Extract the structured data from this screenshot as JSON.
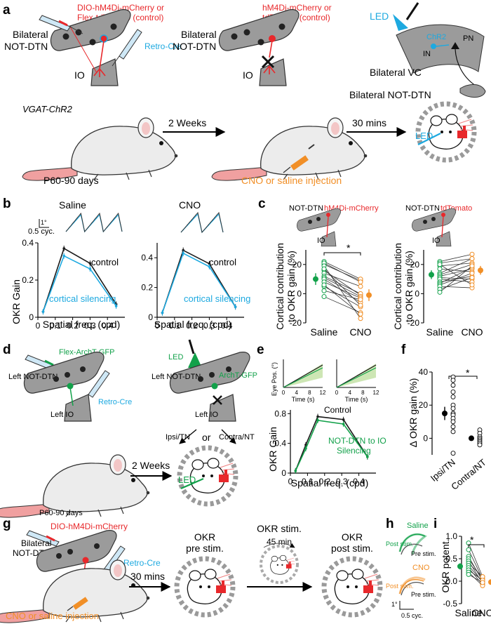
{
  "panel_labels": {
    "a": "a",
    "b": "b",
    "c": "c",
    "d": "d",
    "e": "e",
    "f": "f",
    "g": "g",
    "h": "h",
    "i": "i"
  },
  "colors": {
    "red": "#e8282b",
    "blue": "#1da9e0",
    "green": "#12a14a",
    "orange": "#f18f27",
    "black": "#1a1a1a",
    "grey": "#9a9a9a",
    "silhouette": "#9b9b9b",
    "mouse_body": "#ececec",
    "tail": "#f0a0a0"
  },
  "icons": [
    "syringe-icon",
    "led-icon",
    "laser-icon",
    "mouse-icon",
    "brain-slice-icon",
    "pipette-icon",
    "arrow-icon",
    "drum-icon"
  ],
  "a": {
    "inj1_l1": "DIO-hM4Di-mCherry or",
    "inj1_l2": "Flex-tdTomato (control)",
    "inj2_l1": "hM4Di-mCherry or",
    "inj2_l2": "tdTomato (control)",
    "retro": "Retro-Cre",
    "bil_l1": "Bilateral",
    "bil_l2": "NOT-DTN",
    "io": "IO",
    "led": "LED",
    "chr2": "ChR2",
    "in": "IN",
    "pn": "PN",
    "bvc": "Bilateral VC",
    "bnot": "Bilateral NOT-DTN",
    "mouse_label": "VGAT-ChR2",
    "weeks": "2 Weeks",
    "mins": "30 mins",
    "age": "P60-90 days",
    "cno": "CNO or saline injection",
    "led2": "LED"
  },
  "b": {
    "t_saline": "Saline",
    "t_cno": "CNO",
    "ylabel": "OKR Gain",
    "xlabel": "Spatial freq. (cpd)",
    "scale": "0.5 cyc.",
    "scale_v": "1°",
    "control": "control",
    "silencing": "cortical silencing",
    "yt1": [
      "0",
      "0.2",
      "0.4"
    ],
    "yt2": [
      "0",
      "0.2",
      "0.4"
    ],
    "xt": [
      "0",
      "0.1",
      "0.2",
      "0.3",
      "0.4"
    ]
  },
  "c": {
    "not1": "NOT-DTN",
    "hm": "hM4Di-mCherry",
    "not2": "NOT-DTN",
    "td": "tdTomato",
    "io": "IO",
    "ylab1": "Cortical contribution",
    "ylab2": "to OKR gain (%)",
    "star": "*",
    "yt": [
      "-20",
      "0",
      "20"
    ],
    "x1": "Saline",
    "x2": "CNO"
  },
  "d": {
    "flex": "Flex-ArchT-GFP",
    "lnot": "Left NOT-DTN",
    "lio": "Left IO",
    "retro": "Retro-Cre",
    "led": "LED",
    "arch": "ArchT-GFP",
    "ipsi": "Ipsi/TN",
    "or": "or",
    "contra": "Contra/NT",
    "weeks": "2 Weeks",
    "age": "P60-90 days",
    "led2": "LED"
  },
  "e": {
    "eyepos": "Eye Pos. (°)",
    "ti": "Time (s)",
    "ti_t": [
      "0",
      "4",
      "8",
      "12"
    ],
    "ylabel": "OKR Gain",
    "xlabel": "Spatial freq. (cpd)",
    "control": "Control",
    "sil1": "NOT-DTN to IO",
    "sil2": "Silencing",
    "yt": [
      "0",
      "0.4",
      "0.8"
    ],
    "xt": [
      "0",
      "0.1",
      "0.2",
      "0.3",
      "0.4"
    ]
  },
  "f": {
    "ylabel": "Δ OKR gain (%)",
    "star": "*",
    "yt": [
      "0",
      "20",
      "40"
    ],
    "x1": "Ipsi/TN",
    "x2": "Contra/NT"
  },
  "g": {
    "dio": "DIO-hM4Di-mCherry",
    "bil_l1": "Bilateral",
    "bil_l2": "NOT-DTN",
    "retro": "Retro-Cre",
    "io": "IO",
    "mins": "30 mins",
    "cno": "CNO or saline injection",
    "okr1_l1": "OKR",
    "okr1_l2": "pre stim.",
    "okr2_l1": "OKR stim.",
    "okr2_l2": "45 min",
    "okr3_l1": "OKR",
    "okr3_l2": "post stim."
  },
  "h": {
    "saline": "Saline",
    "post1": "Post stim.",
    "pre1": "Pre stim.",
    "cno": "CNO",
    "post2": "Post stim.",
    "pre2": "Pre stim.",
    "scale": "0.5 cyc.",
    "scale_v": "1°"
  },
  "i": {
    "ylabel": "OKR potent.",
    "star": "*",
    "yt": [
      "-0.5",
      "0.0",
      "0.5",
      "1.0"
    ],
    "x1": "Saline",
    "x2": "CNO"
  },
  "chart_data": [
    {
      "type": "line",
      "panel": "b-saline",
      "x": [
        0.03,
        0.15,
        0.3,
        0.45
      ],
      "series": [
        {
          "name": "control",
          "values": [
            0.03,
            0.37,
            0.29,
            0.07
          ]
        },
        {
          "name": "cortical silencing",
          "values": [
            0.03,
            0.33,
            0.26,
            0.06
          ]
        }
      ],
      "xlim": [
        0,
        0.5
      ],
      "ylim": [
        0,
        0.4
      ]
    },
    {
      "type": "line",
      "panel": "b-cno",
      "x": [
        0.03,
        0.15,
        0.3,
        0.45
      ],
      "series": [
        {
          "name": "control",
          "values": [
            0.03,
            0.45,
            0.36,
            0.07
          ]
        },
        {
          "name": "cortical silencing",
          "values": [
            0.03,
            0.43,
            0.34,
            0.07
          ]
        }
      ],
      "xlim": [
        0,
        0.5
      ],
      "ylim": [
        0,
        0.5
      ]
    },
    {
      "type": "scatter",
      "panel": "c-hm4di",
      "ylim": [
        -20,
        30
      ],
      "paired": [
        [
          20,
          9
        ],
        [
          22,
          10
        ],
        [
          21,
          8
        ],
        [
          16,
          -1
        ],
        [
          14,
          5
        ],
        [
          12,
          0
        ],
        [
          11,
          -2
        ],
        [
          10,
          -6
        ],
        [
          8,
          -3
        ],
        [
          5,
          -9
        ],
        [
          2,
          -4
        ],
        [
          -2,
          -13
        ],
        [
          19,
          -17
        ],
        [
          17,
          -8
        ],
        [
          6,
          -14
        ]
      ],
      "mean": [
        10,
        -1
      ],
      "sem": [
        4,
        4
      ]
    },
    {
      "type": "scatter",
      "panel": "c-tdtomato",
      "ylim": [
        -20,
        30
      ],
      "paired": [
        [
          22,
          27
        ],
        [
          21,
          24
        ],
        [
          19,
          21
        ],
        [
          17,
          15
        ],
        [
          14,
          24
        ],
        [
          13,
          20
        ],
        [
          12,
          17
        ],
        [
          11,
          10
        ],
        [
          10,
          8
        ],
        [
          8,
          12
        ],
        [
          7,
          18
        ],
        [
          6,
          14
        ],
        [
          5,
          4
        ],
        [
          3,
          11
        ],
        [
          1,
          19
        ],
        [
          20,
          6
        ]
      ],
      "mean": [
        13,
        16
      ],
      "sem": [
        3,
        3
      ]
    },
    {
      "type": "line",
      "panel": "e",
      "x": [
        0.03,
        0.09,
        0.16,
        0.31,
        0.45
      ],
      "series": [
        {
          "name": "Control",
          "values": [
            0.03,
            0.38,
            0.76,
            0.72,
            0.22
          ]
        },
        {
          "name": "NOT-DTN to IO Silencing",
          "values": [
            0.03,
            0.33,
            0.71,
            0.66,
            0.22
          ]
        }
      ],
      "xlim": [
        0,
        0.5
      ],
      "ylim": [
        0,
        0.85
      ]
    },
    {
      "type": "scatter",
      "panel": "f",
      "ylim": [
        -10,
        40
      ],
      "groups": [
        {
          "name": "Ipsi/TN",
          "values": [
            37,
            35,
            32,
            28,
            25,
            20,
            18,
            15,
            14,
            12,
            10,
            7,
            4,
            -9
          ],
          "mean": 15,
          "sem": 4
        },
        {
          "name": "Contra/NT",
          "values": [
            5,
            3,
            1,
            0,
            -1,
            -2,
            -3,
            -4
          ],
          "mean": 0,
          "sem": 1
        }
      ]
    },
    {
      "type": "scatter",
      "panel": "i",
      "ylim": [
        -0.5,
        1.0
      ],
      "paired": [
        [
          0.85,
          0.1
        ],
        [
          0.7,
          0.05
        ],
        [
          0.55,
          0.0
        ],
        [
          0.5,
          0.05
        ],
        [
          0.45,
          -0.05
        ],
        [
          0.4,
          0.1
        ],
        [
          0.35,
          -0.02
        ],
        [
          0.3,
          -0.08
        ],
        [
          0.25,
          0.02
        ],
        [
          0.2,
          -0.1
        ],
        [
          0.15,
          -0.03
        ]
      ],
      "mean": [
        0.33,
        -0.02
      ],
      "sem": [
        0.07,
        0.03
      ]
    }
  ]
}
